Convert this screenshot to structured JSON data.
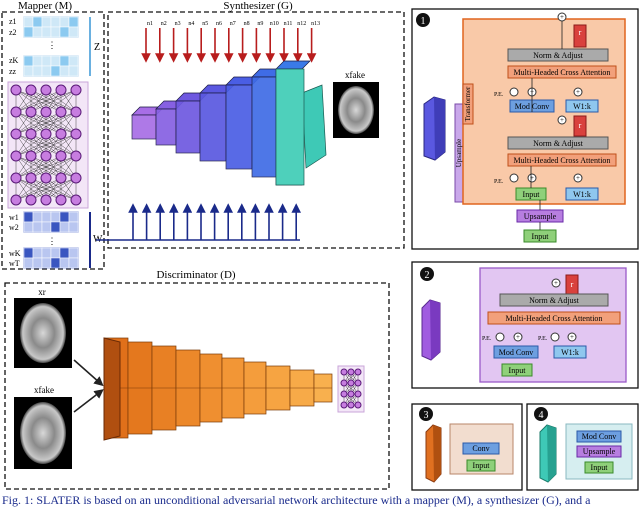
{
  "mapper": {
    "title": "Mapper (M)",
    "z_set_label": "Z",
    "w_set_label": "W",
    "z_labels": [
      "z1",
      "z2",
      "zK",
      "zz"
    ],
    "w_labels": [
      "w1",
      "w2",
      "wK",
      "wT"
    ],
    "ellipsis": "⋮"
  },
  "synthesizer": {
    "title": "Synthesizer (G)",
    "output_label": "xfake",
    "noise_labels": [
      "n1",
      "n2",
      "n3",
      "n4",
      "n5",
      "n6",
      "n7",
      "n8",
      "n9",
      "n10",
      "n11",
      "n12",
      "n13"
    ]
  },
  "discriminator": {
    "title": "Discriminator (D)",
    "real_label": "xr",
    "fake_label": "xfake"
  },
  "panel1": {
    "badge": "1",
    "transformer": "Transformer",
    "upsample_side": "Upsample",
    "norm_top": "Norm & Adjust",
    "mhca_top": "Multi-Headed Cross Attention",
    "modconv_top": "Mod Conv",
    "wk_top": "W1:k",
    "pe_top": "P.E.",
    "norm_bottom": "Norm & Adjust",
    "mhca_bottom": "Multi-Headed Cross Attention",
    "input_mid": "Input",
    "wk_bottom": "W1:k",
    "pe_bottom": "P.E.",
    "upsample": "Upsample",
    "input_bottom": "Input",
    "plus": "+",
    "r": "r"
  },
  "panel2": {
    "badge": "2",
    "norm": "Norm & Adjust",
    "mhca": "Multi-Headed Cross Attention",
    "modconv": "Mod Conv",
    "wk": "W1:k",
    "pe1": "P.E.",
    "pe2": "P.E.",
    "input": "Input"
  },
  "panel3": {
    "badge": "3",
    "conv": "Conv",
    "input": "Input"
  },
  "panel4": {
    "badge": "4",
    "modconv": "Mod Conv",
    "upsample": "Upsample",
    "input": "Input"
  },
  "caption": "Fig. 1: SLATER is based on an unconditional adversarial network architecture with a mapper (M), a synthesizer (G), and a",
  "colors": {
    "conv_block": "#6d9fe0",
    "attention": "#f2a07b",
    "input_block": "#8fd07a",
    "upsample_block": "#b77ee0",
    "noise_arrow": "#b81d1d",
    "w_arrow": "#1a2a8a",
    "transformer_panel": "#f9c9a8",
    "panel2_bg": "#e2c6f2",
    "conv_panel": "#f2ddcf",
    "upsample_panel": "#d6eef0"
  }
}
